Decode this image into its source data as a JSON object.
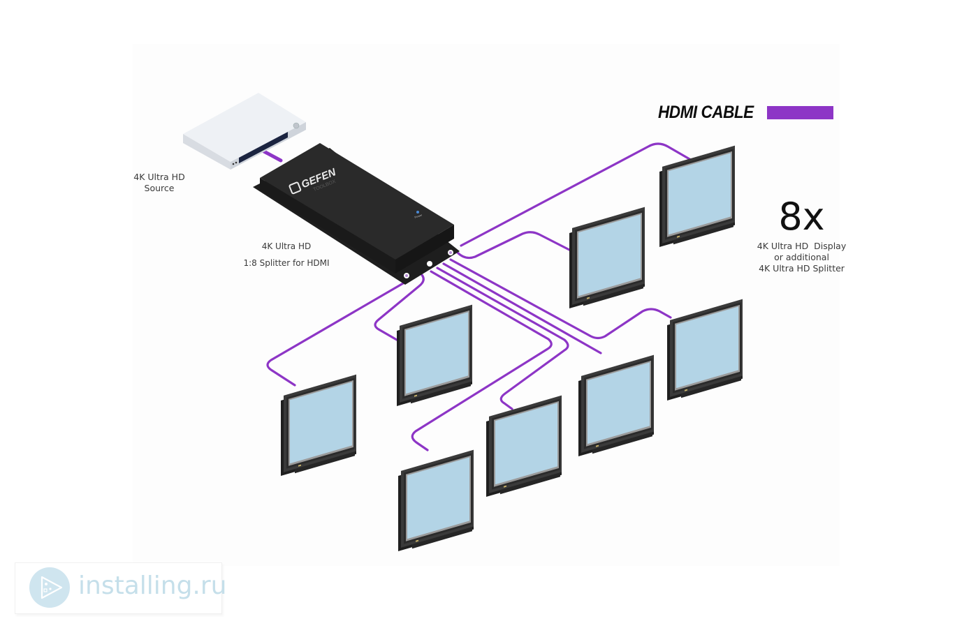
{
  "colors": {
    "cable": "#8d35c6",
    "monitor_frame": "#2e2e2e",
    "monitor_bezel": "#8a8a8a",
    "monitor_screen": "#b3d4e6",
    "splitter_body": "#232323",
    "source_body": "#e4e8ee",
    "watermark": "#c5dfea"
  },
  "legend": {
    "label": "HDMI CABLE",
    "swatch_color": "#8d35c6"
  },
  "source": {
    "label_line1": "4K Ultra HD",
    "label_line2": "Source"
  },
  "splitter": {
    "brand": "GEFEN",
    "sub_brand": "TOOLBOX",
    "power_label": "Power",
    "label_line1": "4K Ultra HD",
    "label_line2": "1:8 Splitter for HDMI"
  },
  "outputs": {
    "count_label": "8x",
    "desc_line1": "4K Ultra HD  Display",
    "desc_line2": "or additional",
    "desc_line3": "4K Ultra HD Splitter",
    "displays": [
      {
        "name": "display-1"
      },
      {
        "name": "display-2"
      },
      {
        "name": "display-3"
      },
      {
        "name": "display-4"
      },
      {
        "name": "display-5"
      },
      {
        "name": "display-6"
      },
      {
        "name": "display-7"
      },
      {
        "name": "display-8"
      }
    ]
  },
  "watermark": {
    "text": "installing.ru",
    "logo_icon": "play-triangle-icon"
  }
}
